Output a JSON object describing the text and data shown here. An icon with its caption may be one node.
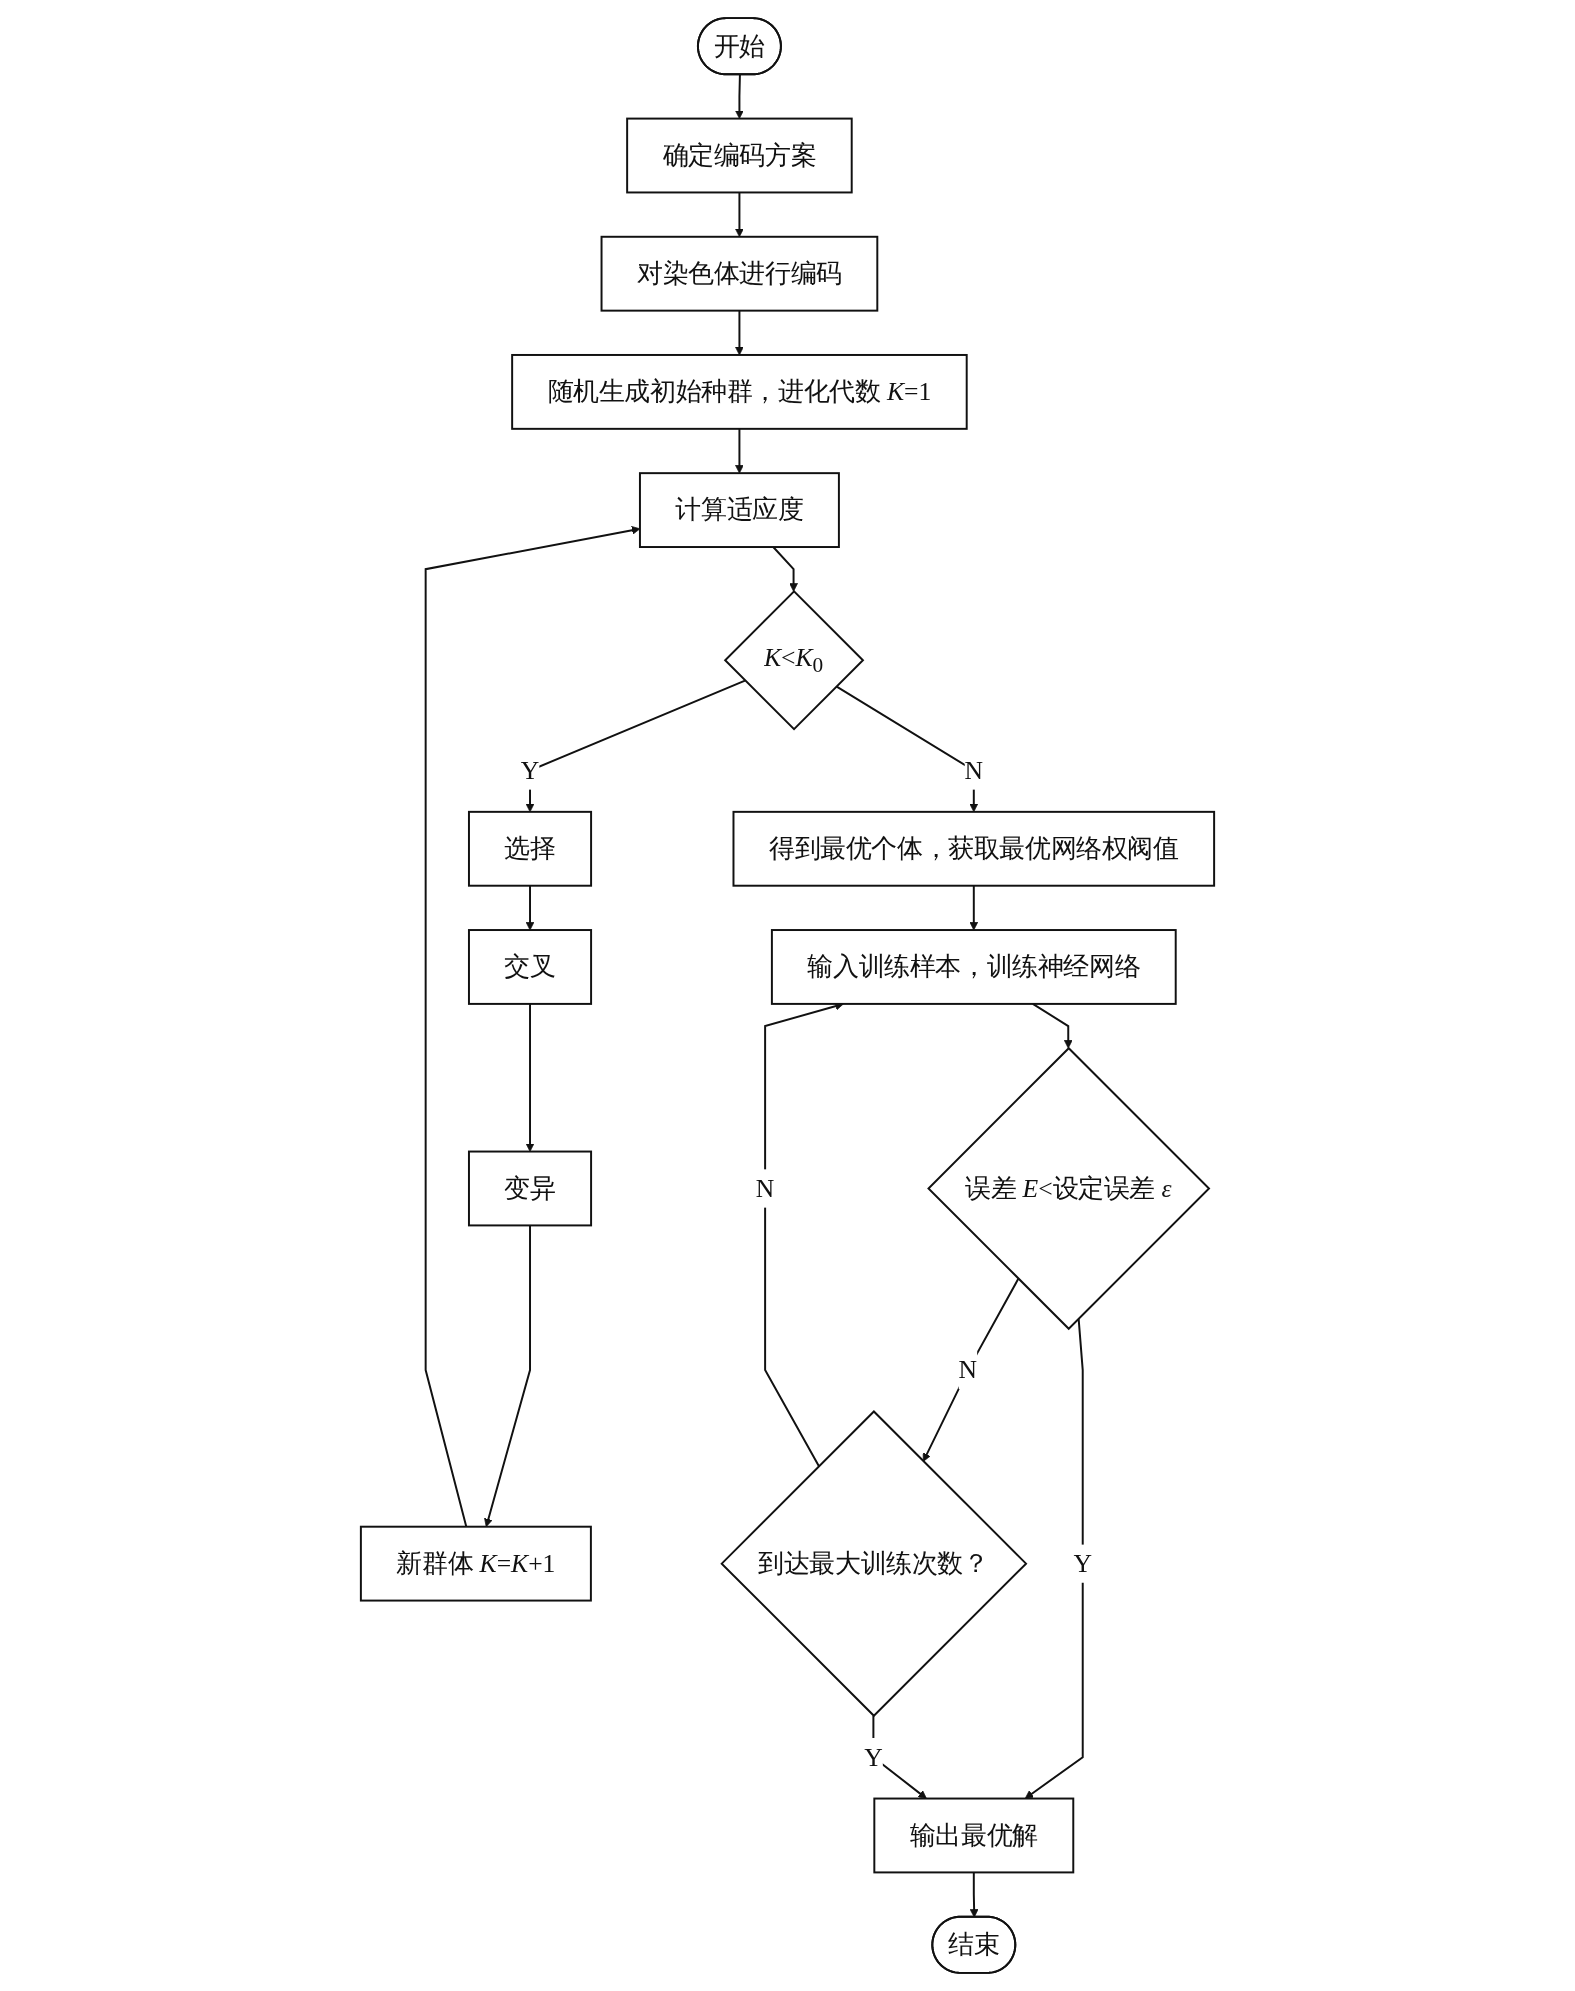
{
  "diagram": {
    "nodes": [
      {
        "text": [
          "开始"
        ]
      },
      {
        "text": [
          "确定编码方案"
        ]
      },
      {
        "text": [
          "对染色体进行编码"
        ]
      },
      {
        "text": [
          "随机生成初始种群，进化代数 *K*=1"
        ]
      },
      {
        "text": [
          "计算适应度"
        ]
      },
      {
        "text": [
          "*K*<*K*$_{0}$"
        ]
      },
      {
        "text": [
          "选择"
        ]
      },
      {
        "text": [
          "交叉"
        ]
      },
      {
        "text": [
          "变异"
        ]
      },
      {
        "text": [
          "新群体 *K*=*K*+1"
        ]
      },
      {
        "text": [
          "得到最优个体，获取最优网络权阀值"
        ]
      },
      {
        "text": [
          "输入训练样本，训练神经网络"
        ]
      },
      {
        "text": [
          "误差 *E*<设定误差 *ε*"
        ]
      },
      {
        "text": [
          "到达最大训练次数？"
        ]
      },
      {
        "text": [
          "输出最优解"
        ]
      },
      {
        "text": [
          "结束"
        ]
      }
    ],
    "edges": [
      {
        "from": 0,
        "to": 1,
        "arrow": "to"
      },
      {
        "from": 1,
        "to": 2,
        "arrow": "to"
      },
      {
        "from": 2,
        "to": 3,
        "arrow": "to"
      },
      {
        "from": 3,
        "to": 4,
        "arrow": "to"
      },
      {
        "from": 4,
        "to": 5,
        "arrow": "to"
      },
      {
        "from": 5,
        "to": 6,
        "label": "Y",
        "arrow": "to"
      },
      {
        "from": 6,
        "to": 7,
        "arrow": "to"
      },
      {
        "from": 7,
        "to": 8,
        "arrow": "to"
      },
      {
        "from": 8,
        "to": 9,
        "arrow": "to"
      },
      {
        "from": 9,
        "to": 4,
        "arrow": "to"
      },
      {
        "from": 5,
        "to": 10,
        "label": "N",
        "arrow": "to"
      },
      {
        "from": 10,
        "to": 11,
        "arrow": "to"
      },
      {
        "from": 11,
        "to": 12,
        "arrow": "to"
      },
      {
        "from": 12,
        "to": 13,
        "label": "N",
        "arrow": "to"
      },
      {
        "from": 12,
        "to": 14,
        "label": "Y",
        "arrow": "to"
      },
      {
        "from": 13,
        "to": 11,
        "label": "N",
        "arrow": "to"
      },
      {
        "from": 13,
        "to": 14,
        "label": "Y",
        "arrow": "to"
      },
      {
        "from": 14,
        "to": 15,
        "arrow": "to"
      }
    ]
  }
}
